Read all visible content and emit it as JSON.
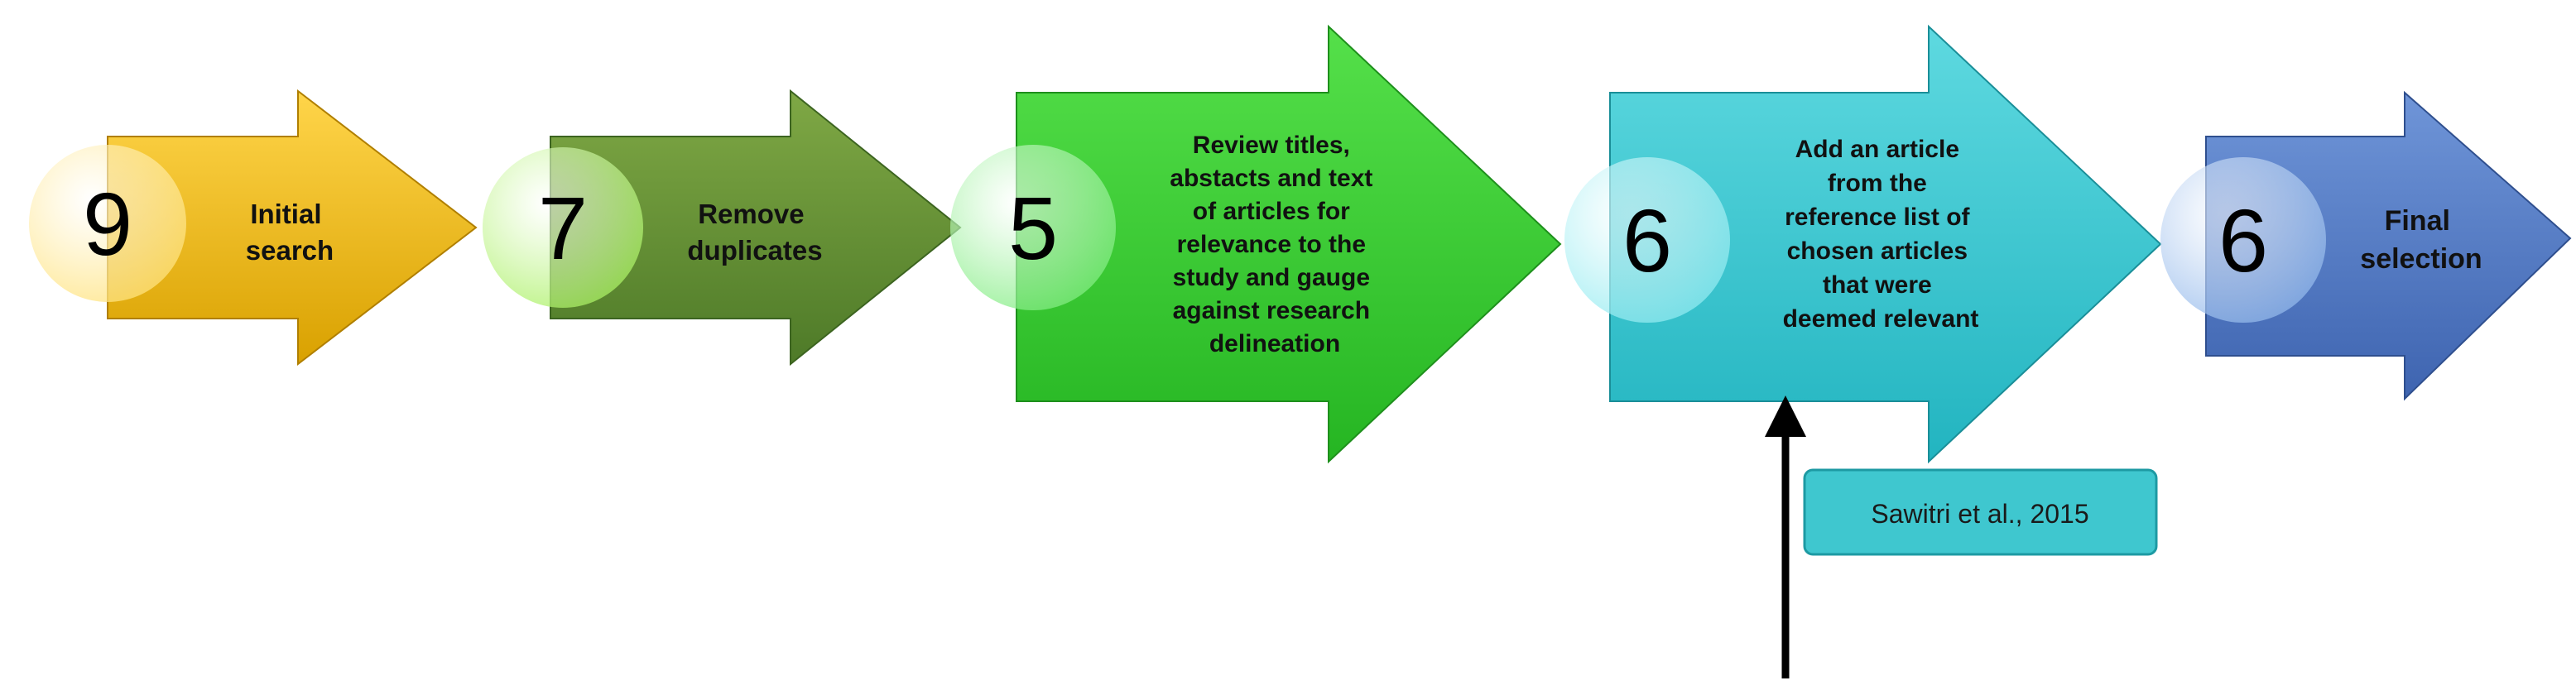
{
  "steps": [
    {
      "count": "9",
      "lines": [
        "Initial",
        "search"
      ],
      "colors": {
        "light": "#ffd54a",
        "dark": "#d9a100",
        "edge": "#b07f00",
        "circle": "#ffe27a"
      }
    },
    {
      "count": "7",
      "lines": [
        "Remove",
        "duplicates"
      ],
      "colors": {
        "light": "#7fa845",
        "dark": "#4e7a28",
        "edge": "#3c6420",
        "circle": "#a8f060"
      }
    },
    {
      "count": "5",
      "lines": [
        "Review titles,",
        "abstacts and text",
        "of articles for",
        "relevance to the",
        "study and gauge",
        "against research",
        "delineation"
      ],
      "colors": {
        "light": "#55e04a",
        "dark": "#25b522",
        "edge": "#1e8f1c",
        "circle": "#7eec7e"
      }
    },
    {
      "count": "6",
      "lines": [
        "Add an article",
        "from the",
        "reference list of",
        "chosen articles",
        "that were",
        "deemed relevant"
      ],
      "colors": {
        "light": "#5ed9e0",
        "dark": "#22b4c0",
        "edge": "#1a8e98",
        "circle": "#8eeaf0"
      }
    },
    {
      "count": "6",
      "lines": [
        "Final",
        "selection"
      ],
      "colors": {
        "light": "#6f95d8",
        "dark": "#3e64b0",
        "edge": "#2f4f8e",
        "circle": "#8fb6ea"
      }
    }
  ],
  "source_box": {
    "label": "Sawitri et al., 2015",
    "fill": "#3fc7cf",
    "stroke": "#1d9aa3"
  },
  "pointer_arrow": {
    "color": "#000000"
  }
}
